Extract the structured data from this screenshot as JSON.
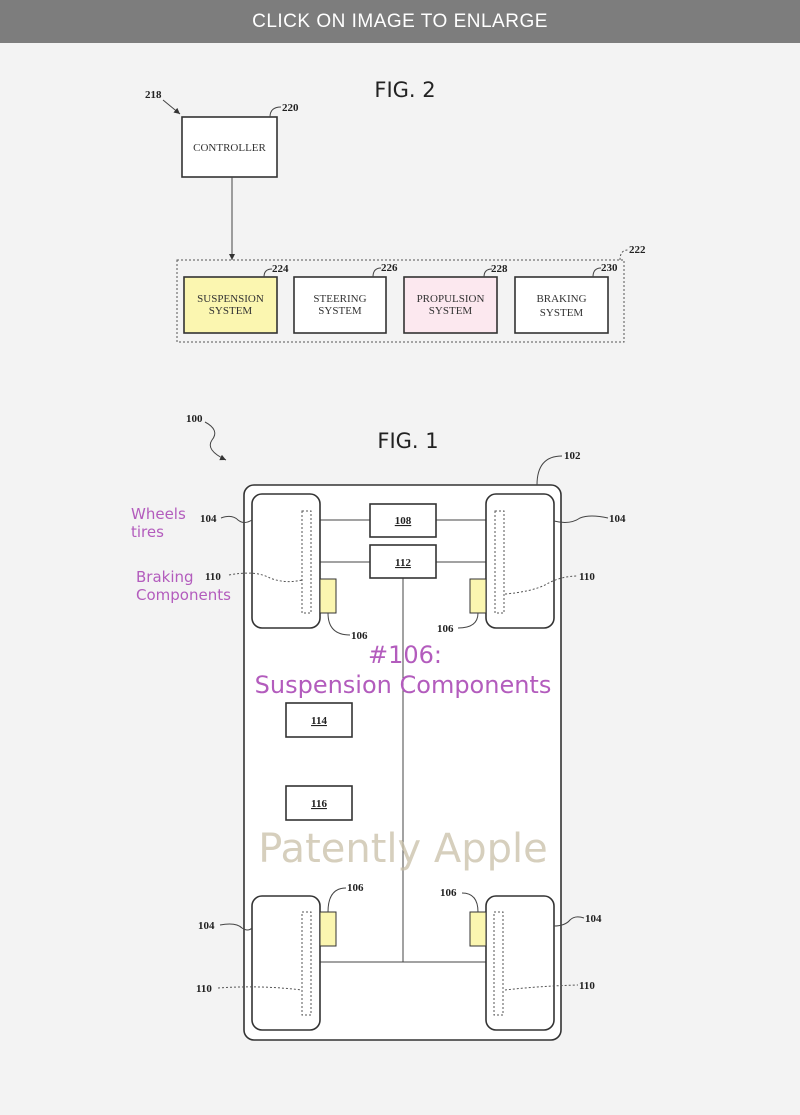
{
  "header": {
    "enlarge_label": "CLICK ON IMAGE TO ENLARGE"
  },
  "fig2": {
    "title": "FIG. 2",
    "ref_system": "218",
    "controller": {
      "ref": "220",
      "label": "CONTROLLER"
    },
    "group_ref": "222",
    "systems": [
      {
        "ref": "224",
        "line1": "SUSPENSION",
        "line2": "SYSTEM",
        "color": "#fbf6b0"
      },
      {
        "ref": "226",
        "line1": "STEERING",
        "line2": "SYSTEM",
        "color": "#ffffff"
      },
      {
        "ref": "228",
        "line1": "PROPULSION",
        "line2": "SYSTEM",
        "color": "#fce8ef"
      },
      {
        "ref": "230",
        "line1": "BRAKING",
        "line2": "SYSTEM",
        "color": "#ffffff"
      }
    ]
  },
  "fig1": {
    "title": "FIG. 1",
    "ref_vehicle": "100",
    "ref_body": "102",
    "ref_wheel": "104",
    "ref_suspension": "106",
    "ref_brake": "110",
    "box_108": "108",
    "box_112": "112",
    "box_114": "114",
    "box_116": "116"
  },
  "annotations": {
    "wheels_1": "Wheels",
    "wheels_2": "tires",
    "braking_1": "Braking",
    "braking_2": "Components",
    "suspension_1": "#106:",
    "suspension_2": "Suspension Components",
    "watermark": "Patently Apple",
    "color": "#b35cbd"
  }
}
